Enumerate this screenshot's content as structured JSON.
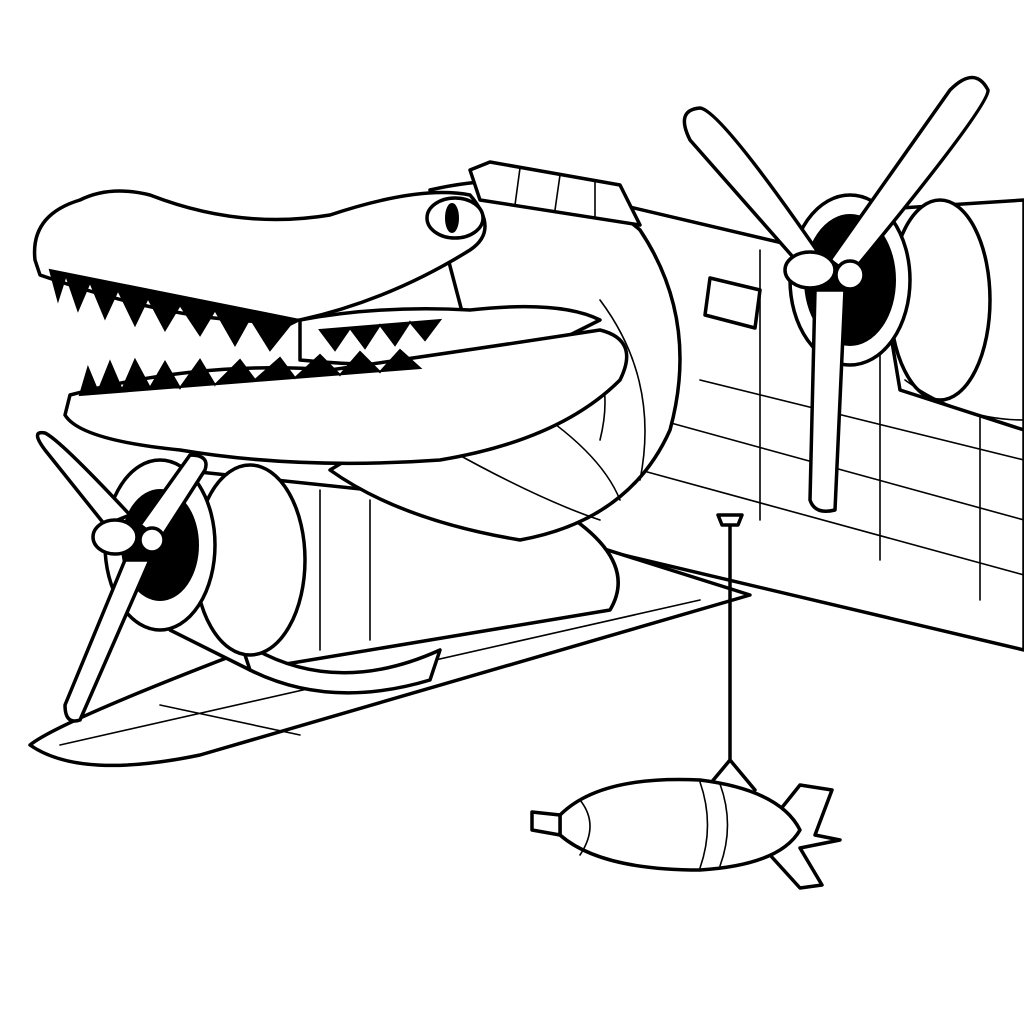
{
  "artwork": {
    "style": "black line art coloring page",
    "subject_elements": [
      "crocodile-head",
      "airplane-fuselage",
      "wing",
      "left-engine",
      "right-engine",
      "left-propeller",
      "right-propeller",
      "bomb",
      "bomb-cable"
    ]
  },
  "colors": {
    "line": "#000000",
    "background": "#ffffff"
  }
}
